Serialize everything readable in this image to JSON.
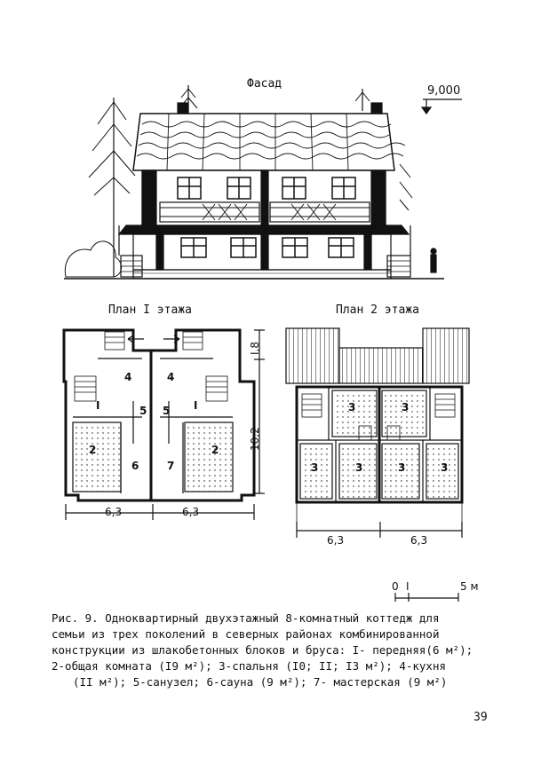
{
  "facade": {
    "title": "Фасад",
    "height_mark": "9,000"
  },
  "plan1": {
    "title": "План I этажа",
    "dim_bottom_left": "6,3",
    "dim_bottom_right": "6,3",
    "dim_right_top": "I,8",
    "dim_right_main": "10,2",
    "rooms": [
      "4",
      "4",
      "I",
      "I",
      "5",
      "5",
      "2",
      "2",
      "6",
      "7"
    ]
  },
  "plan2": {
    "title": "План 2 этажа",
    "dim_bottom_left": "6,3",
    "dim_bottom_right": "6,3",
    "rooms": [
      "3",
      "3",
      "3",
      "3",
      "3",
      "3"
    ]
  },
  "scale": {
    "start": "0",
    "mid": "I",
    "end": "5 м"
  },
  "caption": {
    "lines": [
      "Рис. 9. Одноквартирный двухэтажный 8-комнатный коттедж для",
      "семьи из трех поколений в северных районах комбинированной",
      "конструкции из шлакобетонных блоков и бруса: I- передняя(6 м²);",
      "2-общая комната (I9 м²); 3-спальня (I0; II; I3 м²); 4-кухня",
      "(II м²); 5-санузел; 6-сауна (9 м²); 7- мастерская (9 м²)"
    ]
  },
  "page_number": "39"
}
